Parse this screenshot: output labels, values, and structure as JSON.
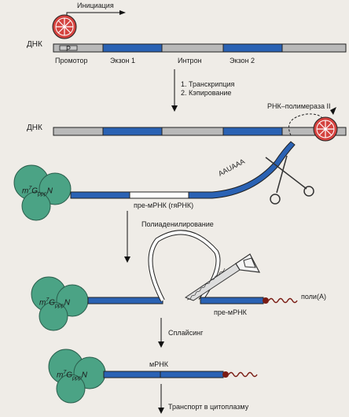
{
  "labels": {
    "initiation": "Инициация",
    "dna": "ДНК",
    "p": "P",
    "promoter": "Промотор",
    "exon1": "Экзон 1",
    "intron": "Интрон",
    "exon2": "Экзон 2",
    "step1": "1. Транскрипция",
    "step2": "2. Кэпирование",
    "polymerase": "РНК–полимераза II",
    "polya_signal": "AAUAAA",
    "pre_mrna_hn": "пре-мРНК (гяРНК)",
    "polyadenylation": "Полиаденилирование",
    "pre_mrna": "пре-мРНК",
    "polya": "поли(A)",
    "splicing": "Сплайсинг",
    "mrna": "мРНК",
    "transport": "Транспорт в цитоплазму"
  },
  "cap": {
    "m": "m",
    "sup7": "7",
    "g": "G",
    "ppp": "ppp",
    "n": "N"
  },
  "colors": {
    "exon": "#2a62b4",
    "intron": "#b9b9b9",
    "polymerase": "#d4433f",
    "cap_protein": "#4ba385",
    "polya_tail": "#7a1c14"
  }
}
